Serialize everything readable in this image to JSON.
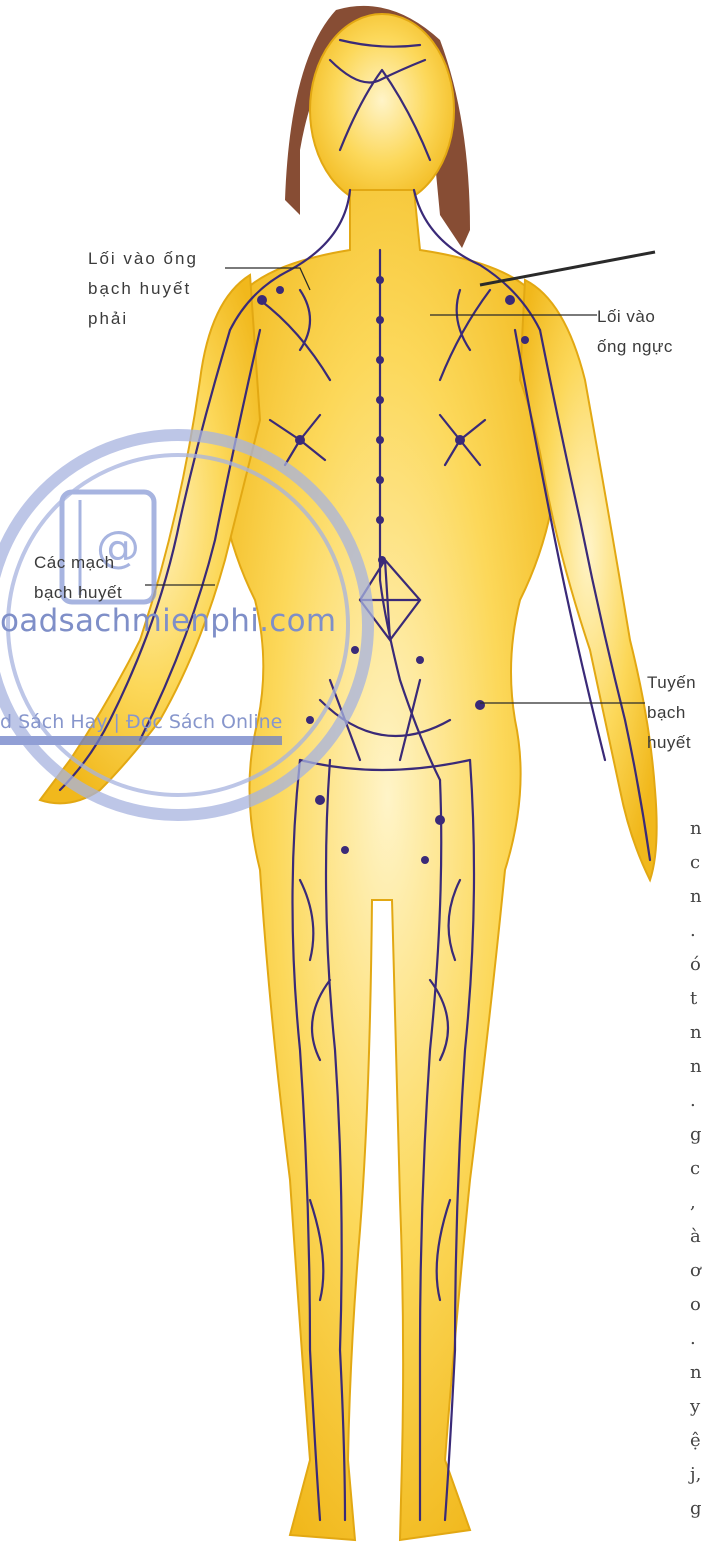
{
  "labels": {
    "right_duct_entry": "Lối vào ống\nbạch huyết\nphải",
    "thoracic_duct_entry": "Lối vào\nống ngực",
    "lymph_vessels": "Các mạch\nbạch huyết",
    "lymph_nodes": "Tuyến\nbạch\nhuyết"
  },
  "watermark": {
    "site": "oadsachmienphi.com",
    "tagline": "d Sách Hay | Đọc Sách Online",
    "icon": "at-sign-book-icon"
  },
  "page_edge_text": [
    "n",
    "c",
    "n",
    ".",
    "ó",
    "t",
    "n",
    "n",
    ".",
    "g",
    "c",
    ",",
    "à",
    "ơ",
    "o",
    ".",
    "n",
    "y",
    "ệ",
    "j,",
    "g"
  ],
  "colors": {
    "body_fill": "#f7c528",
    "body_light": "#fff2c0",
    "lymph_lines": "#3a2a78",
    "hair": "#7a3a1e",
    "watermark": "#a7b3e0",
    "label_text": "#3b3b3b"
  }
}
